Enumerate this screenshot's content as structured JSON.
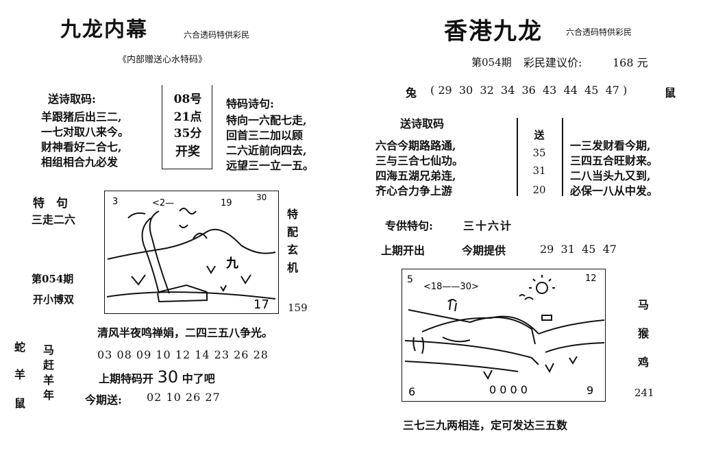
{
  "left": {
    "title": "九龙内幕",
    "subtitle": "六合透码特供彩民",
    "note": "《内部赠送心水特码》",
    "poem_header": "送诗取码:",
    "poem_lines": [
      "羊跟猪后出三二,",
      "一七对取八来今。",
      "财神看好二合七,",
      "相组相合九必发"
    ],
    "draw_time": [
      "08号",
      "21点",
      "35分",
      "开奖"
    ],
    "code_poem_header": "特码诗句:",
    "code_poem_lines": [
      "特向一六配七走,",
      "回首三二加以顾",
      "二六近前向四去,",
      "远望三一立一五。"
    ],
    "special_label": "特　句",
    "special_text": "三走二六",
    "period": "第054期",
    "open_text": "开小博双",
    "side_vertical": "特配玄机",
    "side_number": "159",
    "picture_marks": [
      "3",
      "<2—",
      "19",
      "30",
      "九",
      "17"
    ],
    "verse": "清风半夜鸣禅娟，二四三五八争光。",
    "zodiac_left": [
      "蛇",
      "羊",
      "鼠"
    ],
    "zodiac_mid": "马赶羊年",
    "numbers": "03 08 09 10 12 14 23 26 28",
    "last_period_prefix": "上期特码开",
    "last_period_number": "30",
    "last_period_suffix": "中了吧",
    "this_period_label": "今期送:",
    "this_period_numbers": "02 10 26 27"
  },
  "right": {
    "title": "香港九龙",
    "subtitle": "六合透码特供彩民",
    "period": "第054期",
    "price_label": "彩民建议价:",
    "price_value": "168 元",
    "zodiac_start": "兔",
    "zodiac_numbers": "( 29  30  32  34  36  43  44  45  47 )",
    "zodiac_end": "鼠",
    "poem_header": "送诗取码",
    "poem_left": [
      "六合今期路路通,",
      "三与三合七仙功。",
      "四海五湖兄弟连,",
      "齐心合力争上游"
    ],
    "box_numbers": [
      "送",
      "35",
      "31",
      "20"
    ],
    "poem_right": [
      "一三发财看今期,",
      "三四五合旺财来。",
      "二八当头九又到,",
      "必保一八从中发。"
    ],
    "special_label": "专供特句:",
    "special_text": "三十六计",
    "last_open": "上期开出",
    "this_offer": "今期提供",
    "offer_numbers": "29  31  45  47",
    "picture_marks": [
      "5",
      "<18——30>",
      "12",
      "6",
      "9",
      "0 0 0 0"
    ],
    "side_vertical": [
      "马",
      "猴",
      "鸡"
    ],
    "side_number": "241",
    "bottom_verse": "三七三九两相连，定可发达三五数"
  }
}
